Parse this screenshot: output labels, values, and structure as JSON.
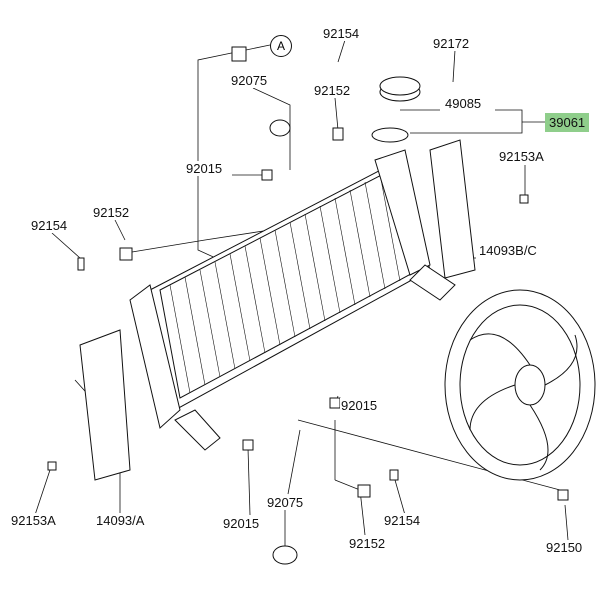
{
  "diagram": {
    "reference_mark": "A",
    "highlight_color": "#8fce8b",
    "labels": {
      "p92154_top": "92154",
      "p92172": "92172",
      "p92075_top": "92075",
      "p92152_top": "92152",
      "p49085": "49085",
      "p39061": "39061",
      "p92015_top": "92015",
      "p92153A_right": "92153A",
      "p92152_left": "92152",
      "p92154_left": "92154",
      "p14093BC": "14093B/C",
      "p92015_right": "92015",
      "p92015_bottom": "92015",
      "p92153A_left": "92153A",
      "p14093A": "14093/A",
      "p92075_bottom": "92075",
      "p92152_bottom": "92152",
      "p92154_bottom": "92154",
      "p92150": "92150"
    }
  }
}
